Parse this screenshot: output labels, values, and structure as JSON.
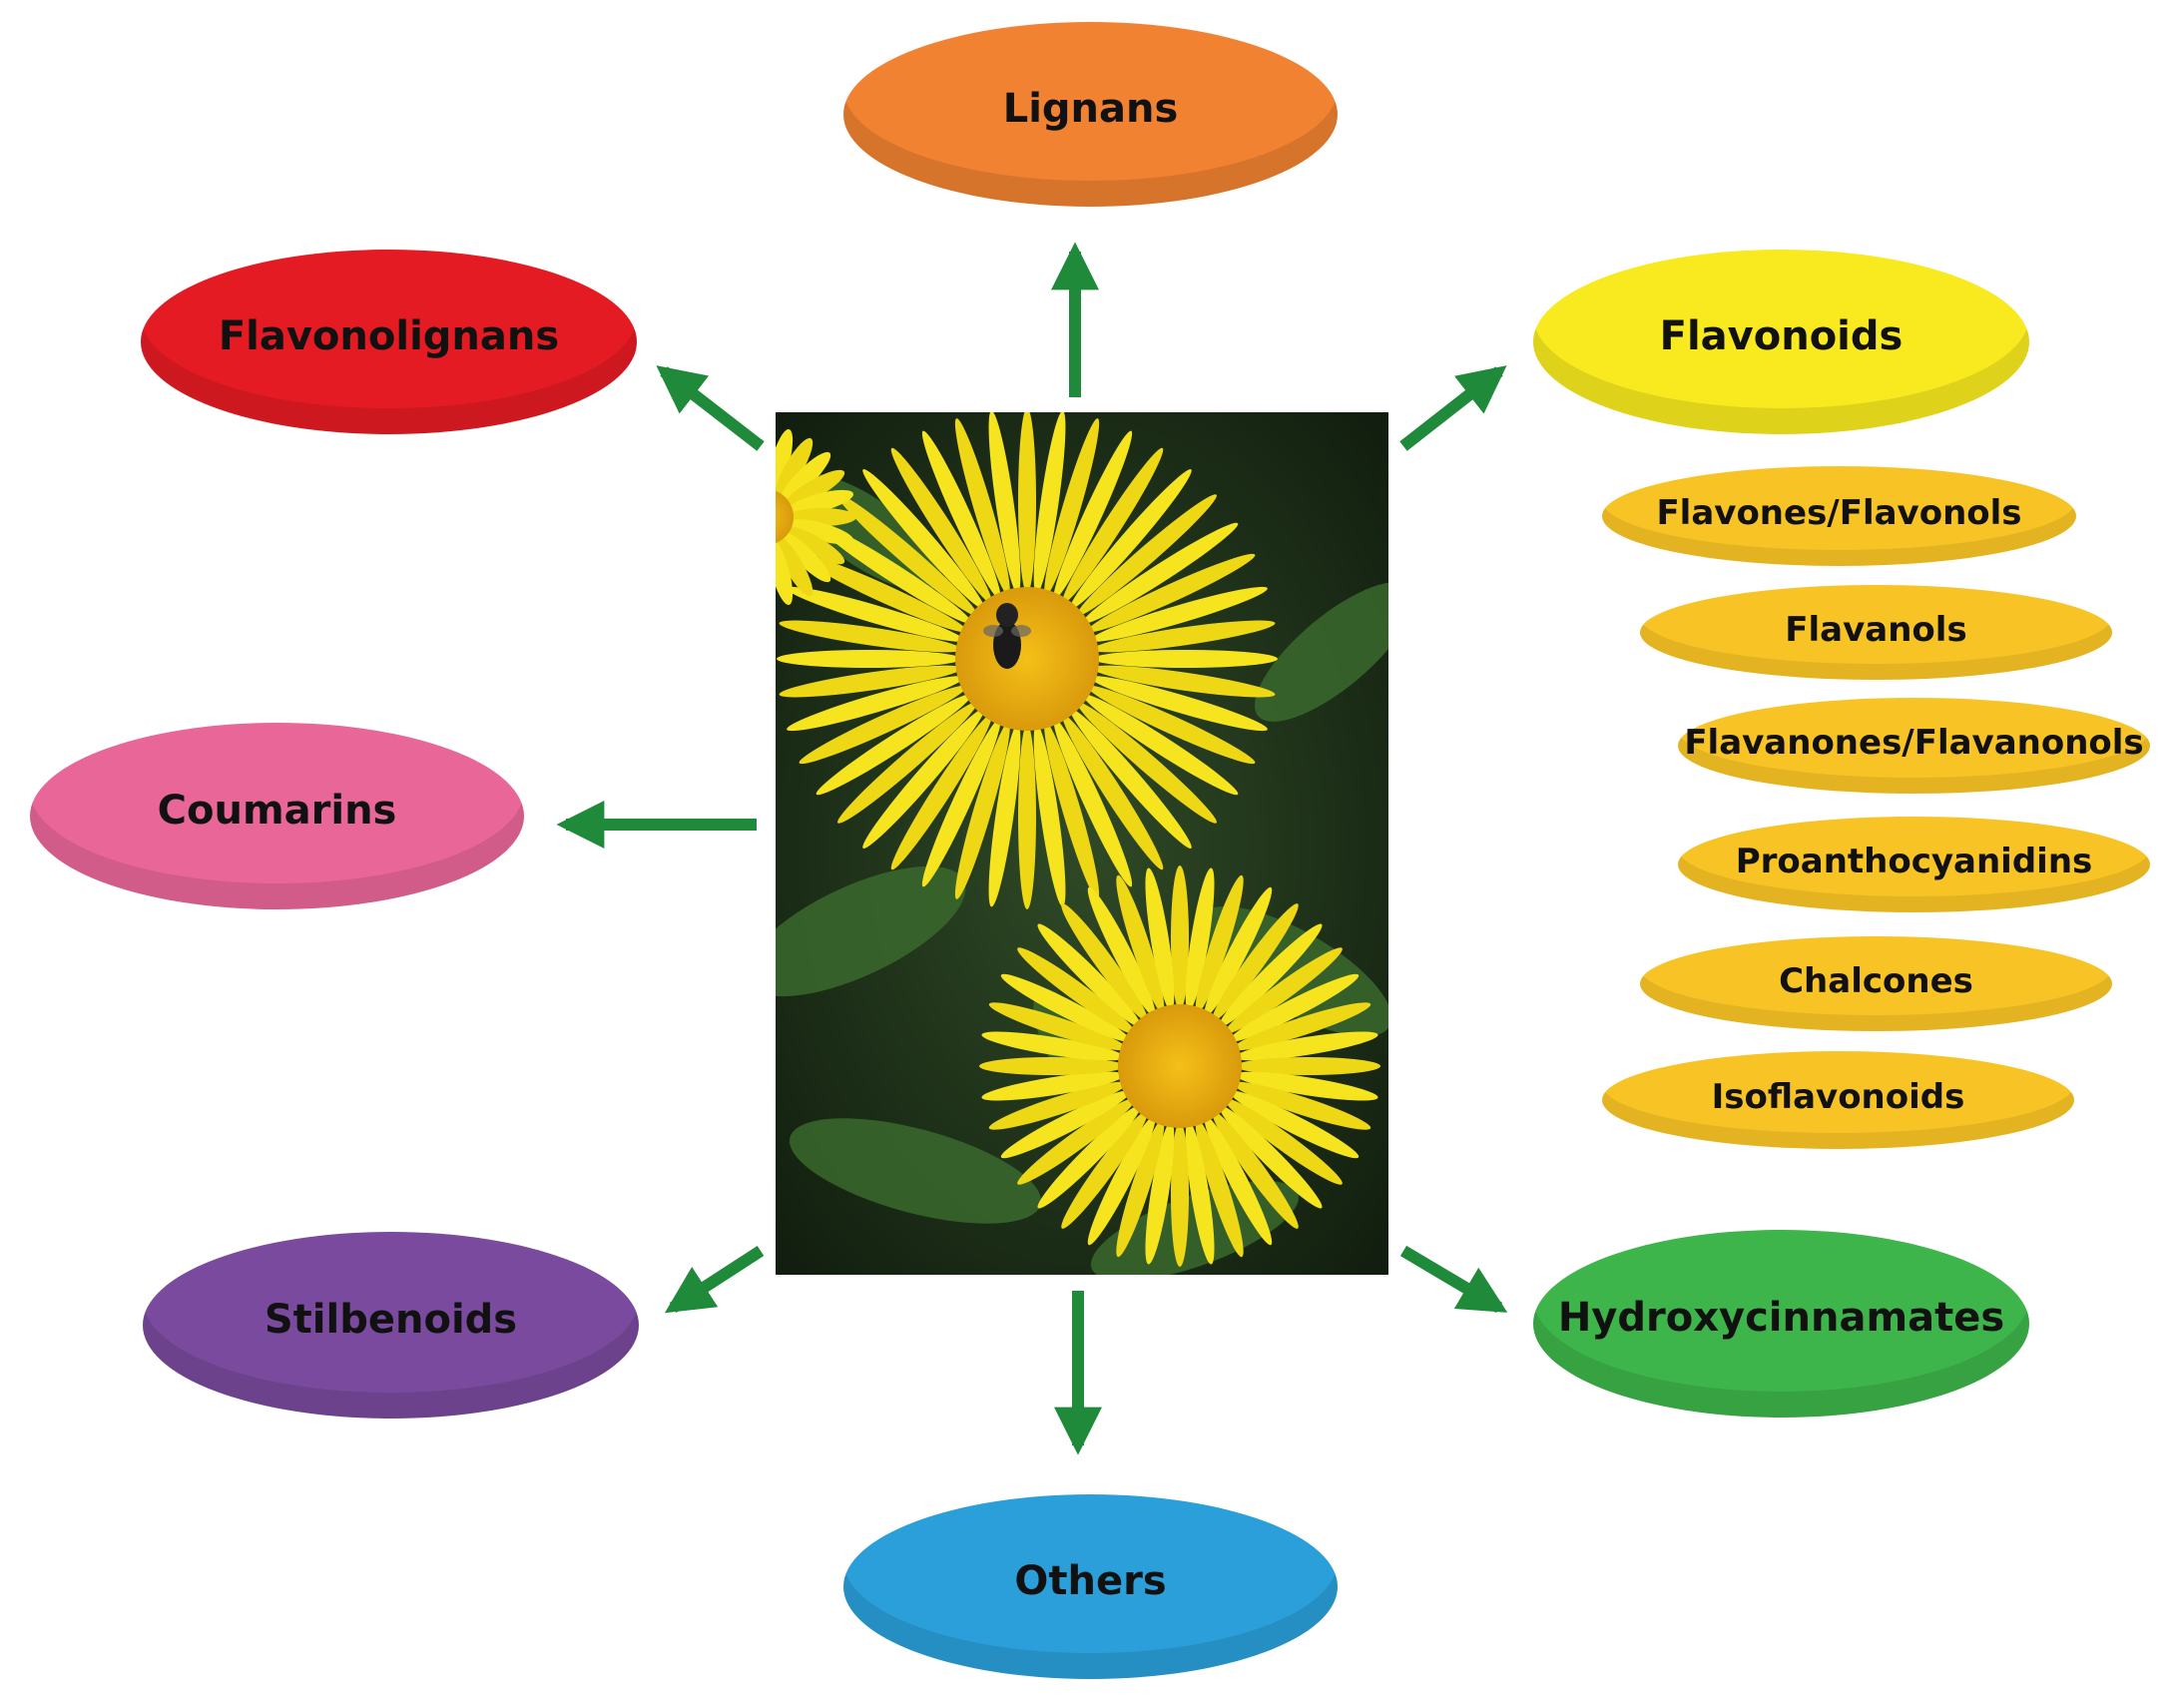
{
  "categories": {
    "lignans": {
      "label": "Lignans",
      "color": "#F08232"
    },
    "flavonolignans": {
      "label": "Flavonolignans",
      "color": "#E51B23"
    },
    "flavonoids": {
      "label": "Flavonoids",
      "color": "#F8EA1F"
    },
    "coumarins": {
      "label": "Coumarins",
      "color": "#E96699"
    },
    "stilbenoids": {
      "label": "Stilbenoids",
      "color": "#7A4A9E"
    },
    "hydroxycinnamates": {
      "label": "Hydroxycinnamates",
      "color": "#3DB54A"
    },
    "others": {
      "label": "Others",
      "color": "#2A9FDA"
    }
  },
  "flavonoid_subclasses": {
    "color": "#F7C325",
    "items": [
      {
        "label": "Flavones/Flavonols"
      },
      {
        "label": "Flavanols"
      },
      {
        "label": "Flavanones/Flavanonols"
      },
      {
        "label": "Proanthocyanidins"
      },
      {
        "label": "Chalcones"
      },
      {
        "label": "Isoflavonoids"
      }
    ]
  },
  "arrow_color": "#1F8A3A"
}
